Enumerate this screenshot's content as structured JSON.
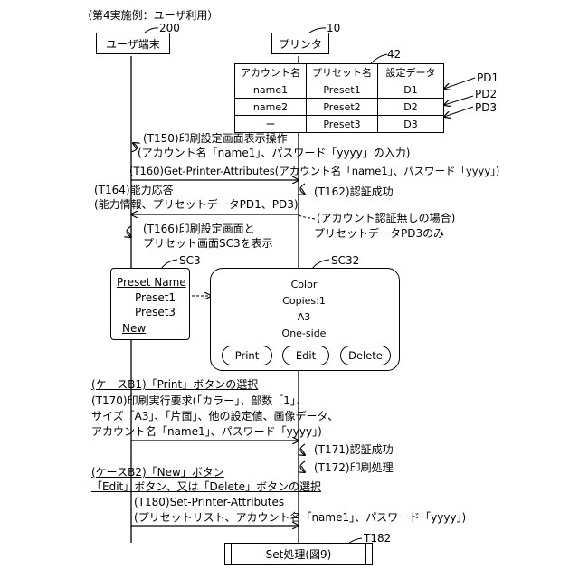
{
  "heading": "（第4実施例：ユーザ利用）",
  "lifelines": {
    "user": {
      "ref": "200",
      "label": "ユーザ端末"
    },
    "printer": {
      "ref": "10",
      "label": "プリンタ"
    }
  },
  "preset_table": {
    "ref": "42",
    "headers": [
      "アカウント名",
      "プリセット名",
      "設定データ"
    ],
    "rows": [
      {
        "account": "name1",
        "preset": "Preset1",
        "data": "D1",
        "tag": "PD1"
      },
      {
        "account": "name2",
        "preset": "Preset2",
        "data": "D2",
        "tag": "PD2"
      },
      {
        "account": "ー",
        "preset": "Preset3",
        "data": "D3",
        "tag": "PD3"
      }
    ]
  },
  "steps": {
    "t150_line1": "(T150)印刷設定画面表示操作",
    "t150_line2": "(アカウント名「name1」、パスワード「yyyy」の入力)",
    "t160": "(T160)Get-Printer-Attributes(アカウント名「name1」、パスワード「yyyy」)",
    "t162": "(T162)認証成功",
    "t164_line1": "(T164)能力応答",
    "t164_line2": "(能力情報、プリセットデータPD1、PD3)",
    "no_auth_line1": "(アカウント認証無しの場合)",
    "no_auth_line2": "プリセットデータPD3のみ",
    "t166_line1": "(T166)印刷設定画面と",
    "t166_line2": "プリセット画面SC3を表示",
    "case_b1": "(ケースB1)「Print」ボタンの選択",
    "t170_line1": "(T170)印刷実行要求(「カラー」、部数「1」、",
    "t170_line2": "サイズ「A3」、「片面」、他の設定値、画像データ、",
    "t170_line3": "アカウント名「name1」、パスワード「yyyy」)",
    "t171": "(T171)認証成功",
    "t172": "(T172)印刷処理",
    "case_b2_line1": "(ケースB2)「New」ボタン",
    "case_b2_line2": "「Edit」ボタン、又は「Delete」ボタンの選択",
    "t180_line1": "(T180)Set-Printer-Attributes",
    "t180_line2": "(プリセットリスト、アカウント名「name1」、パスワード「yyyy」)",
    "t182_ref": "T182",
    "t182_label": "Set処理(図9)"
  },
  "sc3": {
    "ref": "SC3",
    "title": "Preset Name",
    "items": [
      "Preset1",
      "Preset3"
    ],
    "new_label": "New"
  },
  "sc32": {
    "ref": "SC32",
    "lines": [
      "Color",
      "Copies:1",
      "A3",
      "One-side"
    ],
    "buttons": {
      "print": "Print",
      "edit": "Edit",
      "delete": "Delete"
    }
  }
}
